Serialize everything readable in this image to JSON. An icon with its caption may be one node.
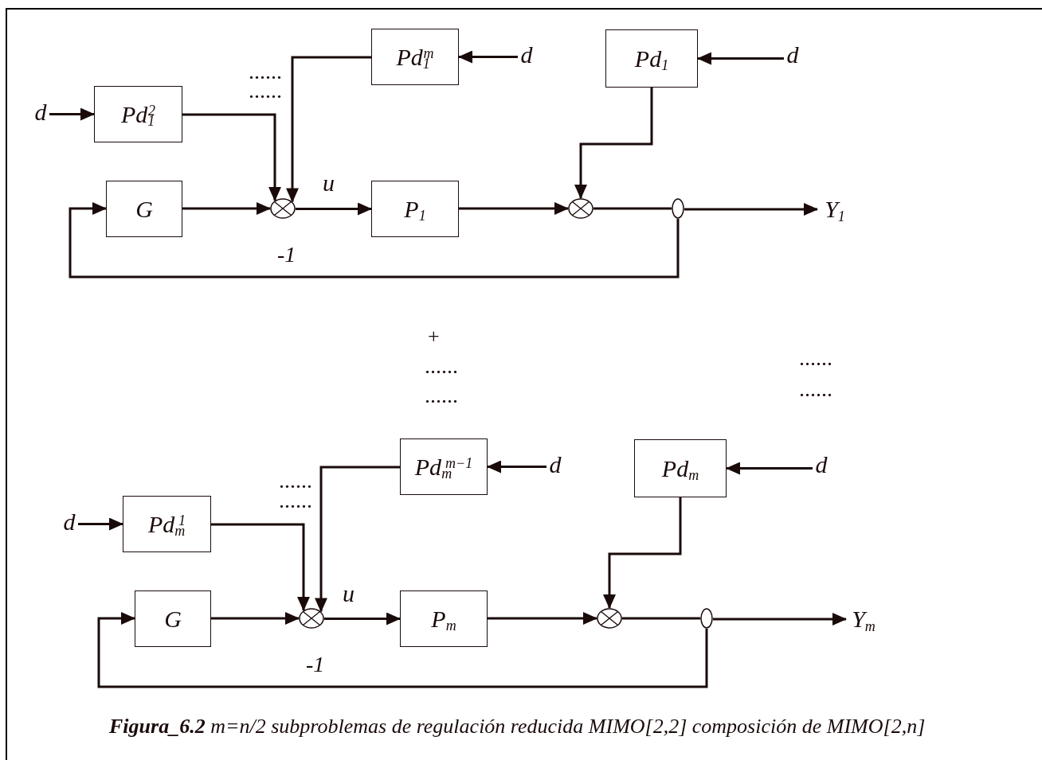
{
  "diagram": {
    "caption": "**Figura_6.2** m=n/2 subproblemas de regulación reducida MIMO[2,2] composición de MIMO[2,n]",
    "nodes": [
      {
        "text": [
          "Pd$_{1}$$^{m}$"
        ]
      },
      {
        "text": [
          "d"
        ]
      },
      {
        "text": [
          "Pd$_{1}$"
        ]
      },
      {
        "text": [
          "d"
        ]
      },
      {
        "text": [
          "d"
        ]
      },
      {
        "text": [
          "Pd$_{1}$$^{2}$"
        ]
      },
      {
        "text": [
          "G"
        ]
      },
      {
        "text": [],
        "shape": "circle"
      },
      {
        "text": [
          "P$_{1}$"
        ]
      },
      {
        "text": [],
        "shape": "circle"
      },
      {
        "text": [],
        "shape": "circle"
      },
      {
        "text": [
          "Y$_{1}$"
        ]
      },
      {
        "text": [
          "Pd$_{m}$$^{m−1}$"
        ]
      },
      {
        "text": [
          "d"
        ]
      },
      {
        "text": [
          "Pd$_{m}$"
        ]
      },
      {
        "text": [
          "d"
        ]
      },
      {
        "text": [
          "d"
        ]
      },
      {
        "text": [
          "Pd$_{m}$$^{1}$"
        ]
      },
      {
        "text": [
          "G"
        ]
      },
      {
        "text": [],
        "shape": "circle"
      },
      {
        "text": [
          "P$_{m}$"
        ]
      },
      {
        "text": [],
        "shape": "circle"
      },
      {
        "text": [],
        "shape": "circle"
      },
      {
        "text": [
          "Y$_{m}$"
        ]
      }
    ],
    "edges": [
      {
        "from": 4,
        "to": 5,
        "arrow": "to"
      },
      {
        "from": 1,
        "to": 0,
        "arrow": "to"
      },
      {
        "from": 3,
        "to": 2,
        "arrow": "to"
      },
      {
        "from": 5,
        "to": 7,
        "arrow": "to"
      },
      {
        "from": 0,
        "to": 7,
        "arrow": "to"
      },
      {
        "from": 2,
        "to": 9,
        "arrow": "to"
      },
      {
        "from": 6,
        "to": 7,
        "arrow": "to"
      },
      {
        "from": 7,
        "to": 8,
        "arrow": "to"
      },
      {
        "from": 8,
        "to": 9,
        "arrow": "to"
      },
      {
        "from": 9,
        "to": 10,
        "arrow": "none"
      },
      {
        "from": 10,
        "to": 11,
        "arrow": "to"
      },
      {
        "from": 10,
        "to": 6,
        "arrow": "to",
        "label": "-1"
      },
      {
        "from": 16,
        "to": 17,
        "arrow": "to"
      },
      {
        "from": 13,
        "to": 12,
        "arrow": "to"
      },
      {
        "from": 15,
        "to": 14,
        "arrow": "to"
      },
      {
        "from": 17,
        "to": 19,
        "arrow": "to"
      },
      {
        "from": 12,
        "to": 19,
        "arrow": "to"
      },
      {
        "from": 14,
        "to": 21,
        "arrow": "to"
      },
      {
        "from": 18,
        "to": 19,
        "arrow": "to"
      },
      {
        "from": 19,
        "to": 20,
        "arrow": "to"
      },
      {
        "from": 20,
        "to": 21,
        "arrow": "to"
      },
      {
        "from": 21,
        "to": 22,
        "arrow": "none"
      },
      {
        "from": 22,
        "to": 23,
        "arrow": "to"
      },
      {
        "from": 22,
        "to": 18,
        "arrow": "to",
        "label": "-1"
      }
    ],
    "labels": [
      "......",
      "......",
      "u",
      "+",
      "......",
      "......",
      "......",
      "......",
      "......",
      "......",
      "u"
    ]
  }
}
